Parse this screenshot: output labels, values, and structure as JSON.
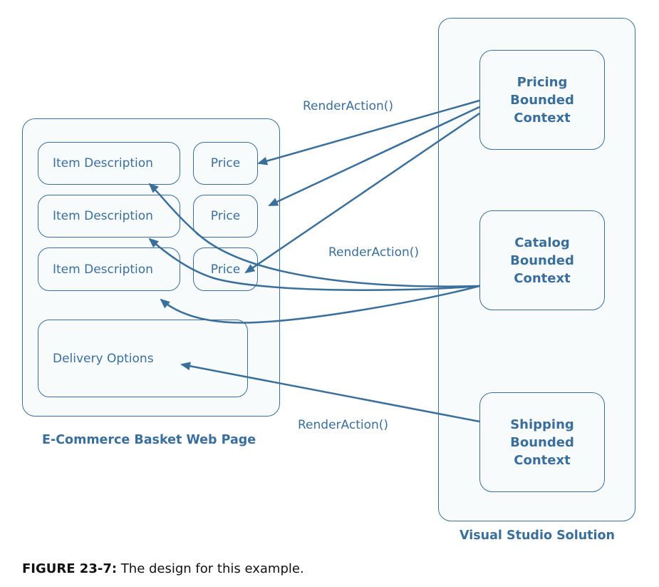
{
  "web_page": {
    "title": "E-Commerce Basket Web Page",
    "rows": [
      {
        "item": "Item Description",
        "price": "Price"
      },
      {
        "item": "Item Description",
        "price": "Price"
      },
      {
        "item": "Item Description",
        "price": "Price"
      }
    ],
    "delivery": "Delivery Options"
  },
  "solution": {
    "title": "Visual Studio Solution",
    "contexts": {
      "pricing": "Pricing\nBounded\nContext",
      "catalog": "Catalog\nBounded\nContext",
      "shipping": "Shipping\nBounded\nContext"
    }
  },
  "edge_labels": [
    "RenderAction()",
    "RenderAction()",
    "RenderAction()"
  ],
  "caption": {
    "number": "FIGURE 23-7:",
    "text": "The design for this example."
  },
  "colors": {
    "stroke": "#3a6f9b",
    "fill": "#f8fbfc"
  }
}
